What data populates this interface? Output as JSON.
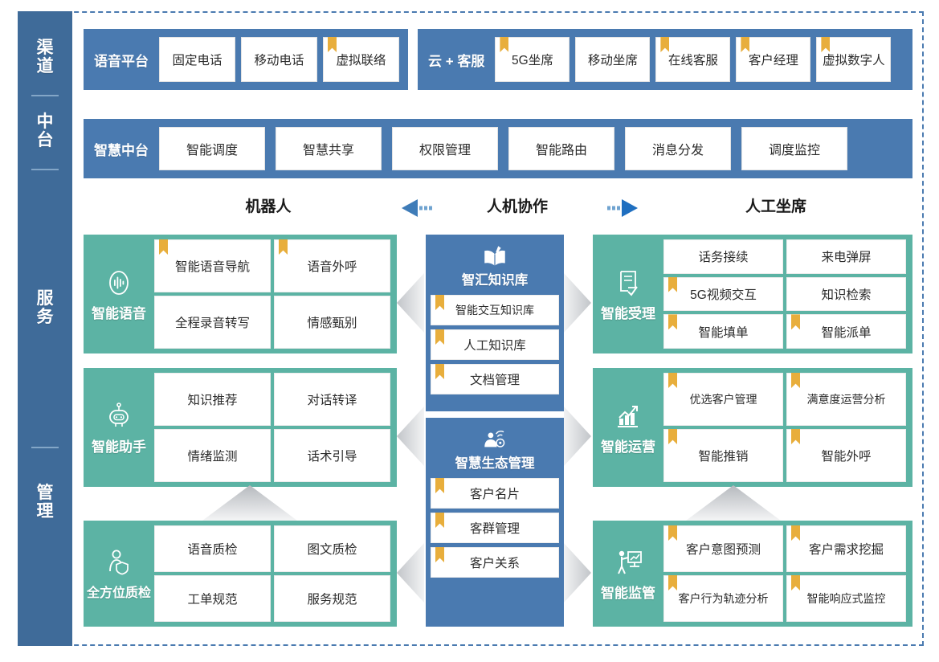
{
  "theme": {
    "rail_bg": "#3f6b99",
    "band_blue": "#4a7ab0",
    "group_teal": "#5cb3a4",
    "flag_gold": "#e8ae3c",
    "chip_white": "#ffffff",
    "frame_dashed": "#4a7ab0",
    "arrow_gray": "#c9ccd0"
  },
  "rail": {
    "items": [
      {
        "label": "渠道",
        "name": "rail-item-channel"
      },
      {
        "label": "中台",
        "name": "rail-item-platform"
      },
      {
        "label": "服务",
        "name": "rail-item-service"
      },
      {
        "label": "管理",
        "name": "rail-item-management"
      }
    ]
  },
  "channel_row": {
    "groups": [
      {
        "title": "语音平台",
        "chips": [
          {
            "label": "固定电话",
            "flag": false
          },
          {
            "label": "移动电话",
            "flag": false
          },
          {
            "label": "虚拟联络",
            "flag": true
          }
        ]
      },
      {
        "title": "云 + 客服",
        "chips": [
          {
            "label": "5G坐席",
            "flag": true
          },
          {
            "label": "移动坐席",
            "flag": false
          },
          {
            "label": "在线客服",
            "flag": true
          },
          {
            "label": "客户经理",
            "flag": true
          },
          {
            "label": "虚拟数字人",
            "flag": true
          }
        ]
      }
    ]
  },
  "platform_row": {
    "title": "智慧中台",
    "chips": [
      {
        "label": "智能调度"
      },
      {
        "label": "智慧共享"
      },
      {
        "label": "权限管理"
      },
      {
        "label": "智能路由"
      },
      {
        "label": "消息分发"
      },
      {
        "label": "调度监控"
      }
    ]
  },
  "section_heads": {
    "robot": "机器人",
    "collaboration": "人机协作",
    "human": "人工坐席",
    "arrow_left_icon": "arrow-left-icon",
    "arrow_right_icon": "arrow-right-icon"
  },
  "left_groups": [
    {
      "name": "智能语音",
      "icon": "voice-wave-icon",
      "cells": [
        {
          "label": "智能语音导航",
          "flag": true
        },
        {
          "label": "语音外呼",
          "flag": true
        },
        {
          "label": "全程录音转写",
          "flag": false
        },
        {
          "label": "情感甄别",
          "flag": false
        }
      ]
    },
    {
      "name": "智能助手",
      "icon": "robot-icon",
      "cells": [
        {
          "label": "知识推荐",
          "flag": false
        },
        {
          "label": "对话转译",
          "flag": false
        },
        {
          "label": "情绪监测",
          "flag": false
        },
        {
          "label": "话术引导",
          "flag": false
        }
      ]
    },
    {
      "name": "全方位质检",
      "icon": "person-shield-icon",
      "cells": [
        {
          "label": "语音质检",
          "flag": false
        },
        {
          "label": "图文质检",
          "flag": false
        },
        {
          "label": "工单规范",
          "flag": false
        },
        {
          "label": "服务规范",
          "flag": false
        }
      ]
    }
  ],
  "center_panels": [
    {
      "title": "智汇知识库",
      "icon": "open-book-icon",
      "cells": [
        {
          "label": "智能交互知识库",
          "flag": true
        },
        {
          "label": "人工知识库",
          "flag": true
        },
        {
          "label": "文档管理",
          "flag": true
        }
      ]
    },
    {
      "title": "智慧生态管理",
      "icon": "ecosystem-icon",
      "cells": [
        {
          "label": "客户名片",
          "flag": true
        },
        {
          "label": "客群管理",
          "flag": true
        },
        {
          "label": "客户关系",
          "flag": true
        }
      ]
    }
  ],
  "right_groups": [
    {
      "name": "智能受理",
      "icon": "document-check-icon",
      "cells": [
        {
          "label": "话务接续",
          "flag": false
        },
        {
          "label": "来电弹屏",
          "flag": false
        },
        {
          "label": "5G视频交互",
          "flag": true
        },
        {
          "label": "知识检索",
          "flag": false
        },
        {
          "label": "智能填单",
          "flag": true
        },
        {
          "label": "智能派单",
          "flag": true
        }
      ]
    },
    {
      "name": "智能运营",
      "icon": "bar-chart-trend-icon",
      "cells": [
        {
          "label": "优选客户管理",
          "flag": true
        },
        {
          "label": "满意度运营分析",
          "flag": true
        },
        {
          "label": "智能推销",
          "flag": true
        },
        {
          "label": "智能外呼",
          "flag": true
        }
      ]
    },
    {
      "name": "智能监管",
      "icon": "presenter-chart-icon",
      "cells": [
        {
          "label": "客户意图预测",
          "flag": true
        },
        {
          "label": "客户需求挖掘",
          "flag": true
        },
        {
          "label": "客户行为轨迹分析",
          "flag": true
        },
        {
          "label": "智能响应式监控",
          "flag": true
        }
      ]
    }
  ],
  "connectors": {
    "chevron_left_icon": "chevron-left-icon",
    "chevron_right_icon": "chevron-right-icon",
    "triangle_up_icon": "triangle-up-icon"
  }
}
